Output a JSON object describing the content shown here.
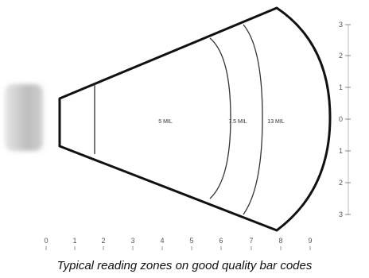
{
  "caption": "Typical reading zones on good quality bar codes",
  "zones": [
    {
      "label": "5 MIL"
    },
    {
      "label": "7.5 MIL"
    },
    {
      "label": "13 MIL"
    }
  ],
  "x_axis": {
    "ticks": [
      "0",
      "1",
      "2",
      "3",
      "4",
      "5",
      "6",
      "7",
      "8",
      "9"
    ]
  },
  "y_axis": {
    "ticks": [
      "3",
      "2",
      "1",
      "0",
      "1",
      "2",
      "3"
    ]
  },
  "colors": {
    "outline": "#111111",
    "scanner": "#c8c8c8",
    "text": "#555555"
  }
}
